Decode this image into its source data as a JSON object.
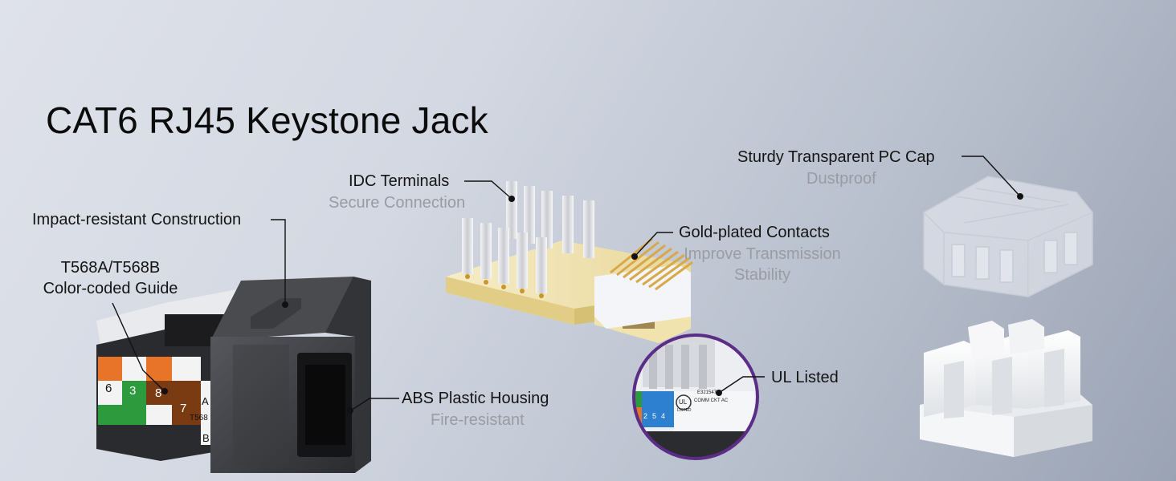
{
  "title": "CAT6 RJ45 Keystone Jack",
  "callouts": {
    "impact": {
      "label": "Impact-resistant Construction"
    },
    "guide": {
      "label_line1": "T568A/T568B",
      "label_line2": "Color-coded Guide"
    },
    "idc": {
      "label": "IDC Terminals",
      "sub": "Secure Connection"
    },
    "gold": {
      "label": "Gold-plated Contacts",
      "sub_line1": "Improve Transmission",
      "sub_line2": "Stability"
    },
    "cap": {
      "label": "Sturdy Transparent PC Cap",
      "sub": "Dustproof"
    },
    "abs": {
      "label": "ABS Plastic Housing",
      "sub": "Fire-resistant"
    },
    "ul": {
      "label": "UL Listed"
    }
  },
  "jack_markings": {
    "pins_top": [
      "6",
      "3",
      "8",
      "7"
    ],
    "standard_a": "A",
    "standard_code": "T568",
    "standard_b": "B"
  },
  "ul_closeup": {
    "pins": [
      "2",
      "5",
      "4"
    ],
    "ul_mark": "UL",
    "listed": "LISTED",
    "file_no": "E321547",
    "rating": "COMM CKT AC"
  },
  "colors": {
    "accent_purple": "#5b2d86",
    "gold": "#d8a63a",
    "orange": "#e8742a",
    "green": "#2e9a3e",
    "brown": "#7a3a12",
    "blue": "#2d7fd0"
  }
}
